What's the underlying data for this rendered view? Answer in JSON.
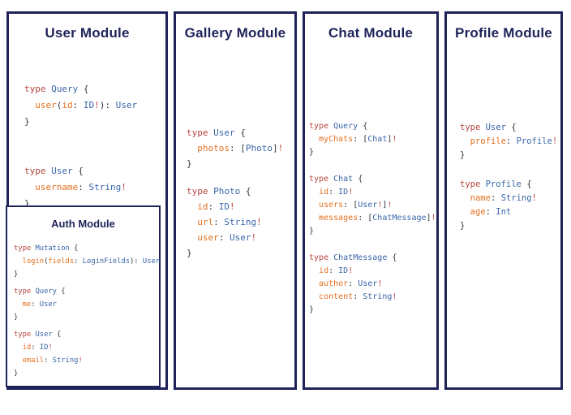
{
  "palette": {
    "border_navy": "#1f2359",
    "title_navy": "#1f2359",
    "keyword_red": "#b5453e",
    "type_blue": "#3a66a8",
    "field_orange": "#e3701f",
    "punctuation_dark": "#32383f",
    "bang_red": "#b5453e",
    "background": "#ffffff"
  },
  "panels": [
    {
      "title": "User Module",
      "blocks": [
        [
          [
            [
              "k",
              "type "
            ],
            [
              "t",
              "Query"
            ],
            [
              "p",
              " {"
            ]
          ],
          [
            [
              "p",
              "  "
            ],
            [
              "f",
              "user"
            ],
            [
              "p",
              "("
            ],
            [
              "f",
              "id"
            ],
            [
              "p",
              ": "
            ],
            [
              "t",
              "ID"
            ],
            [
              "b",
              "!"
            ],
            [
              "p",
              "): "
            ],
            [
              "t",
              "User"
            ]
          ],
          [
            [
              "p",
              "}"
            ]
          ]
        ],
        [
          [
            [
              "k",
              "type "
            ],
            [
              "t",
              "User"
            ],
            [
              "p",
              " {"
            ]
          ],
          [
            [
              "p",
              "  "
            ],
            [
              "f",
              "username"
            ],
            [
              "p",
              ": "
            ],
            [
              "t",
              "String"
            ],
            [
              "b",
              "!"
            ]
          ],
          [
            [
              "p",
              "}"
            ]
          ]
        ]
      ]
    },
    {
      "title": "Gallery Module",
      "blocks": [
        [
          [
            [
              "k",
              "type "
            ],
            [
              "t",
              "User"
            ],
            [
              "p",
              " {"
            ]
          ],
          [
            [
              "p",
              "  "
            ],
            [
              "f",
              "photos"
            ],
            [
              "p",
              ": ["
            ],
            [
              "t",
              "Photo"
            ],
            [
              "p",
              "]"
            ],
            [
              "b",
              "!"
            ]
          ],
          [
            [
              "p",
              "}"
            ]
          ]
        ],
        [
          [
            [
              "k",
              "type "
            ],
            [
              "t",
              "Photo"
            ],
            [
              "p",
              " {"
            ]
          ],
          [
            [
              "p",
              "  "
            ],
            [
              "f",
              "id"
            ],
            [
              "p",
              ": "
            ],
            [
              "t",
              "ID"
            ],
            [
              "b",
              "!"
            ]
          ],
          [
            [
              "p",
              "  "
            ],
            [
              "f",
              "url"
            ],
            [
              "p",
              ": "
            ],
            [
              "t",
              "String"
            ],
            [
              "b",
              "!"
            ]
          ],
          [
            [
              "p",
              "  "
            ],
            [
              "f",
              "user"
            ],
            [
              "p",
              ": "
            ],
            [
              "t",
              "User"
            ],
            [
              "b",
              "!"
            ]
          ],
          [
            [
              "p",
              "}"
            ]
          ]
        ]
      ]
    },
    {
      "title": "Chat Module",
      "blocks": [
        [
          [
            [
              "k",
              "type "
            ],
            [
              "t",
              "Query"
            ],
            [
              "p",
              " {"
            ]
          ],
          [
            [
              "p",
              "  "
            ],
            [
              "f",
              "myChats"
            ],
            [
              "p",
              ": ["
            ],
            [
              "t",
              "Chat"
            ],
            [
              "p",
              "]"
            ],
            [
              "b",
              "!"
            ]
          ],
          [
            [
              "p",
              "}"
            ]
          ]
        ],
        [
          [
            [
              "k",
              "type "
            ],
            [
              "t",
              "Chat"
            ],
            [
              "p",
              " {"
            ]
          ],
          [
            [
              "p",
              "  "
            ],
            [
              "f",
              "id"
            ],
            [
              "p",
              ": "
            ],
            [
              "t",
              "ID"
            ],
            [
              "b",
              "!"
            ]
          ],
          [
            [
              "p",
              "  "
            ],
            [
              "f",
              "users"
            ],
            [
              "p",
              ": ["
            ],
            [
              "t",
              "User"
            ],
            [
              "b",
              "!"
            ],
            [
              "p",
              "]"
            ],
            [
              "b",
              "!"
            ]
          ],
          [
            [
              "p",
              "  "
            ],
            [
              "f",
              "messages"
            ],
            [
              "p",
              ": ["
            ],
            [
              "t",
              "ChatMessage"
            ],
            [
              "p",
              "]"
            ],
            [
              "b",
              "!"
            ]
          ],
          [
            [
              "p",
              "}"
            ]
          ]
        ],
        [
          [
            [
              "k",
              "type "
            ],
            [
              "t",
              "ChatMessage"
            ],
            [
              "p",
              " {"
            ]
          ],
          [
            [
              "p",
              "  "
            ],
            [
              "f",
              "id"
            ],
            [
              "p",
              ": "
            ],
            [
              "t",
              "ID"
            ],
            [
              "b",
              "!"
            ]
          ],
          [
            [
              "p",
              "  "
            ],
            [
              "f",
              "author"
            ],
            [
              "p",
              ": "
            ],
            [
              "t",
              "User"
            ],
            [
              "b",
              "!"
            ]
          ],
          [
            [
              "p",
              "  "
            ],
            [
              "f",
              "content"
            ],
            [
              "p",
              ": "
            ],
            [
              "t",
              "String"
            ],
            [
              "b",
              "!"
            ]
          ],
          [
            [
              "p",
              "}"
            ]
          ]
        ]
      ]
    },
    {
      "title": "Profile Module",
      "blocks": [
        [
          [
            [
              "k",
              "type "
            ],
            [
              "t",
              "User"
            ],
            [
              "p",
              " {"
            ]
          ],
          [
            [
              "p",
              "  "
            ],
            [
              "f",
              "profile"
            ],
            [
              "p",
              ": "
            ],
            [
              "t",
              "Profile"
            ],
            [
              "b",
              "!"
            ]
          ],
          [
            [
              "p",
              "}"
            ]
          ]
        ],
        [
          [
            [
              "k",
              "type "
            ],
            [
              "t",
              "Profile"
            ],
            [
              "p",
              " {"
            ]
          ],
          [
            [
              "p",
              "  "
            ],
            [
              "f",
              "name"
            ],
            [
              "p",
              ": "
            ],
            [
              "t",
              "String"
            ],
            [
              "b",
              "!"
            ]
          ],
          [
            [
              "p",
              "  "
            ],
            [
              "f",
              "age"
            ],
            [
              "p",
              ": "
            ],
            [
              "t",
              "Int"
            ]
          ],
          [
            [
              "p",
              "}"
            ]
          ]
        ]
      ]
    }
  ],
  "auth": {
    "title": "Auth Module",
    "blocks": [
      [
        [
          [
            "k",
            "type "
          ],
          [
            "t",
            "Mutation"
          ],
          [
            "p",
            " {"
          ]
        ],
        [
          [
            "p",
            "  "
          ],
          [
            "f",
            "login"
          ],
          [
            "p",
            "("
          ],
          [
            "f",
            "fields"
          ],
          [
            "p",
            ": "
          ],
          [
            "t",
            "LoginFields"
          ],
          [
            "p",
            "): "
          ],
          [
            "t",
            "User"
          ]
        ],
        [
          [
            "p",
            "}"
          ]
        ]
      ],
      [
        [
          [
            "k",
            "type "
          ],
          [
            "t",
            "Query"
          ],
          [
            "p",
            " {"
          ]
        ],
        [
          [
            "p",
            "  "
          ],
          [
            "f",
            "me"
          ],
          [
            "p",
            ": "
          ],
          [
            "t",
            "User"
          ]
        ],
        [
          [
            "p",
            "}"
          ]
        ]
      ],
      [
        [
          [
            "k",
            "type "
          ],
          [
            "t",
            "User"
          ],
          [
            "p",
            " {"
          ]
        ],
        [
          [
            "p",
            "  "
          ],
          [
            "f",
            "id"
          ],
          [
            "p",
            ": "
          ],
          [
            "t",
            "ID"
          ],
          [
            "b",
            "!"
          ]
        ],
        [
          [
            "p",
            "  "
          ],
          [
            "f",
            "email"
          ],
          [
            "p",
            ": "
          ],
          [
            "t",
            "String"
          ],
          [
            "b",
            "!"
          ]
        ],
        [
          [
            "p",
            "}"
          ]
        ]
      ]
    ]
  }
}
